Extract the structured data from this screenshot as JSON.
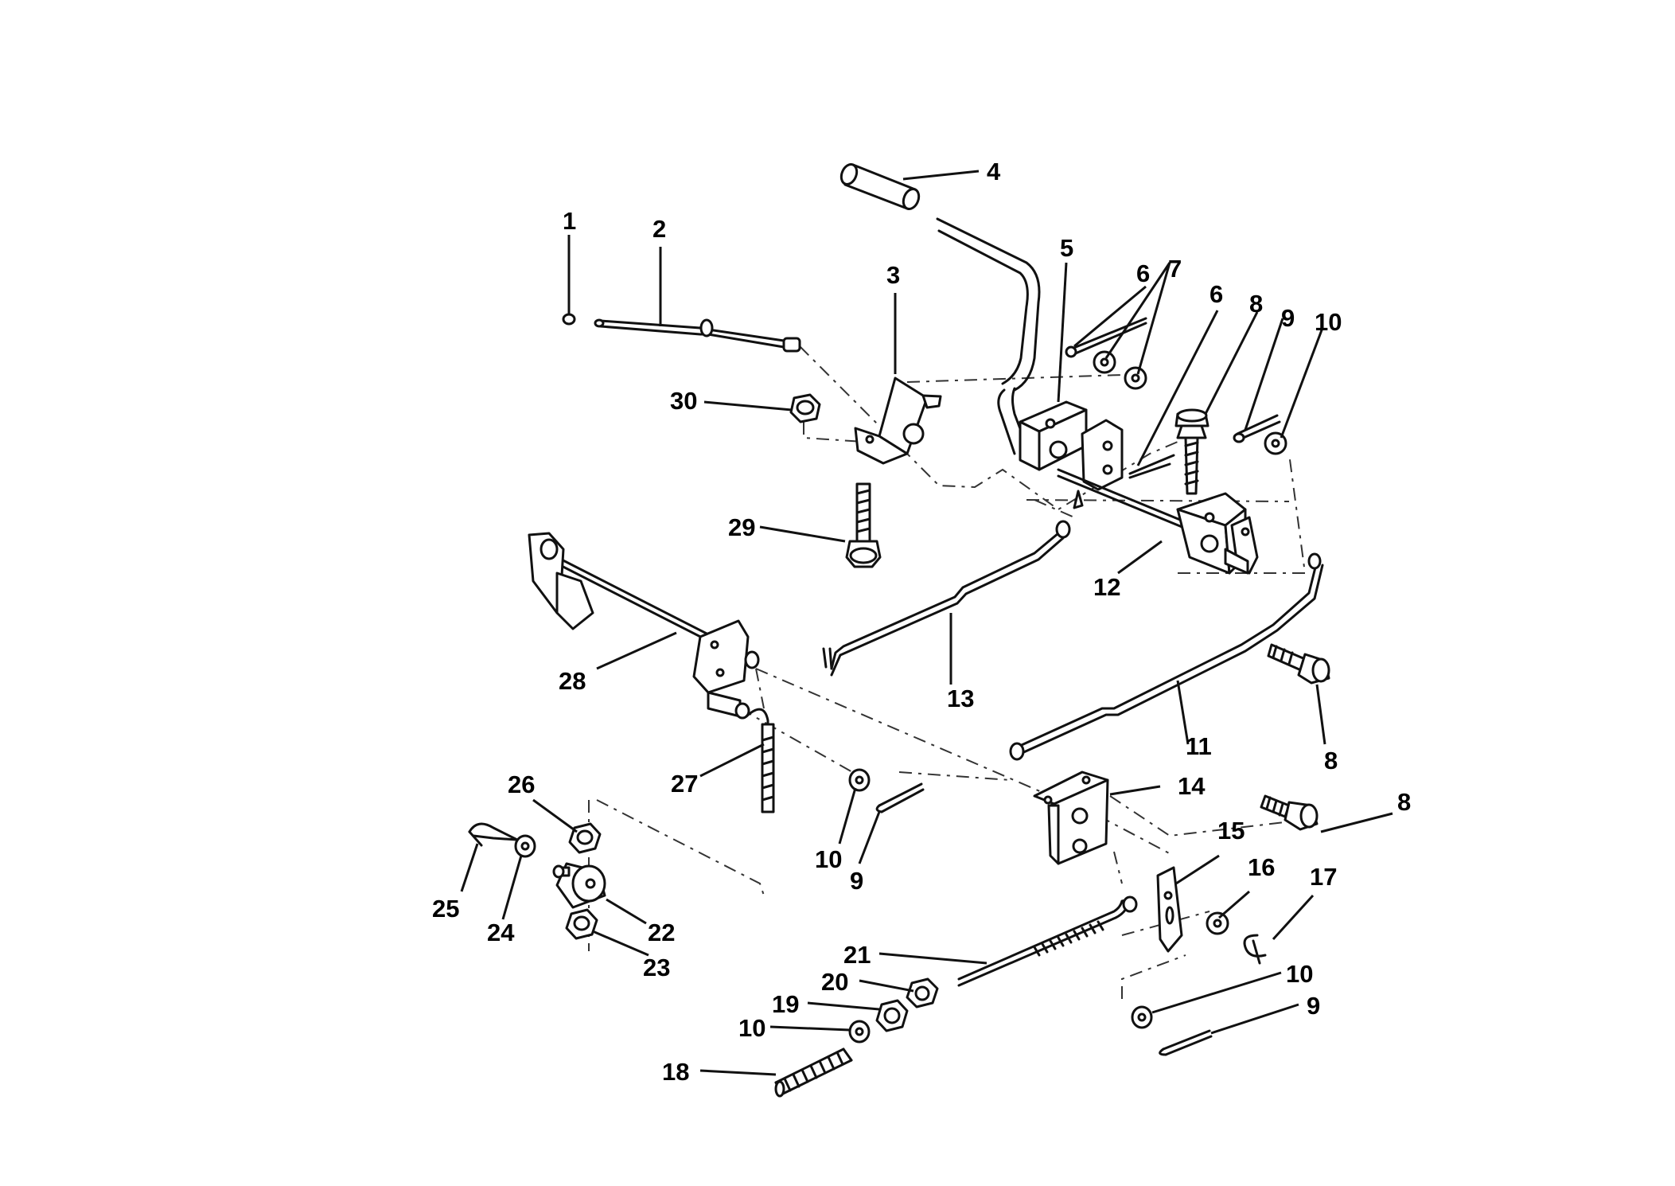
{
  "callouts": [
    {
      "id": "c1",
      "text": "1"
    },
    {
      "id": "c2",
      "text": "2"
    },
    {
      "id": "c3",
      "text": "3"
    },
    {
      "id": "c4",
      "text": "4"
    },
    {
      "id": "c5",
      "text": "5"
    },
    {
      "id": "c6a",
      "text": "6"
    },
    {
      "id": "c7",
      "text": "7"
    },
    {
      "id": "c6b",
      "text": "6"
    },
    {
      "id": "c8a",
      "text": "8"
    },
    {
      "id": "c9a",
      "text": "9"
    },
    {
      "id": "c10a",
      "text": "10"
    },
    {
      "id": "c30",
      "text": "30"
    },
    {
      "id": "c29",
      "text": "29"
    },
    {
      "id": "c12",
      "text": "12"
    },
    {
      "id": "c28",
      "text": "28"
    },
    {
      "id": "c13",
      "text": "13"
    },
    {
      "id": "c8b",
      "text": "8"
    },
    {
      "id": "c11",
      "text": "11"
    },
    {
      "id": "c27",
      "text": "27"
    },
    {
      "id": "c14",
      "text": "14"
    },
    {
      "id": "c8c",
      "text": "8"
    },
    {
      "id": "c26",
      "text": "26"
    },
    {
      "id": "c10b",
      "text": "10"
    },
    {
      "id": "c9b",
      "text": "9"
    },
    {
      "id": "c15",
      "text": "15"
    },
    {
      "id": "c16",
      "text": "16"
    },
    {
      "id": "c17",
      "text": "17"
    },
    {
      "id": "c25",
      "text": "25"
    },
    {
      "id": "c24",
      "text": "24"
    },
    {
      "id": "c22",
      "text": "22"
    },
    {
      "id": "c23",
      "text": "23"
    },
    {
      "id": "c21",
      "text": "21"
    },
    {
      "id": "c20",
      "text": "20"
    },
    {
      "id": "c19",
      "text": "19"
    },
    {
      "id": "c10c",
      "text": "10"
    },
    {
      "id": "c18",
      "text": "18"
    },
    {
      "id": "c10d",
      "text": "10"
    },
    {
      "id": "c9c",
      "text": "9"
    }
  ]
}
